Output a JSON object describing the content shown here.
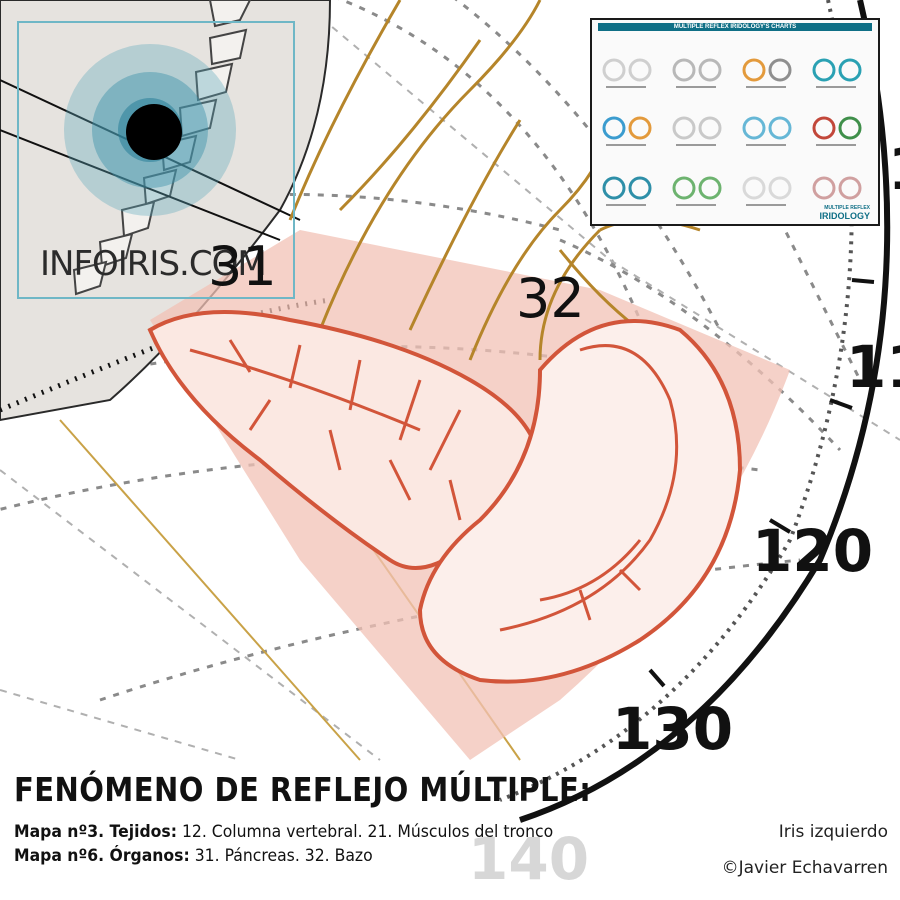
{
  "degree_labels": {
    "d120": "120",
    "d130": "130",
    "d140": "140",
    "d110": "11",
    "d1": "1"
  },
  "region_numbers": {
    "r31": "31",
    "r32": "32"
  },
  "watermark": "INFOIRIS.COM",
  "inset": {
    "title": "MULTIPLE REFLEX IRIDOLOGY'S CHARTS",
    "brand_top": "MULTIPLE REFLEX",
    "brand_bottom": "IRIDOLOGY"
  },
  "caption": {
    "title": "FENÓMENO DE REFLEJO MÚLTIPLE:",
    "line1": {
      "label": "Mapa nº3. Tejidos:",
      "text": " 12. Columna vertebral. 21. Músculos del tronco"
    },
    "line2": {
      "label": "Mapa nº6. Órganos:",
      "text": " 31. Páncreas. 32. Bazo"
    },
    "eye": "Iris izquierdo",
    "credit": "©Javier Echavarren"
  },
  "colors": {
    "organ_stroke": "#d2553a",
    "organ_fill": "#fbe8e2",
    "zone_fill": "#f1c1b6",
    "nerve": "#b5852a",
    "ring_dark": "#111111",
    "accent_teal": "#0f6f86"
  }
}
